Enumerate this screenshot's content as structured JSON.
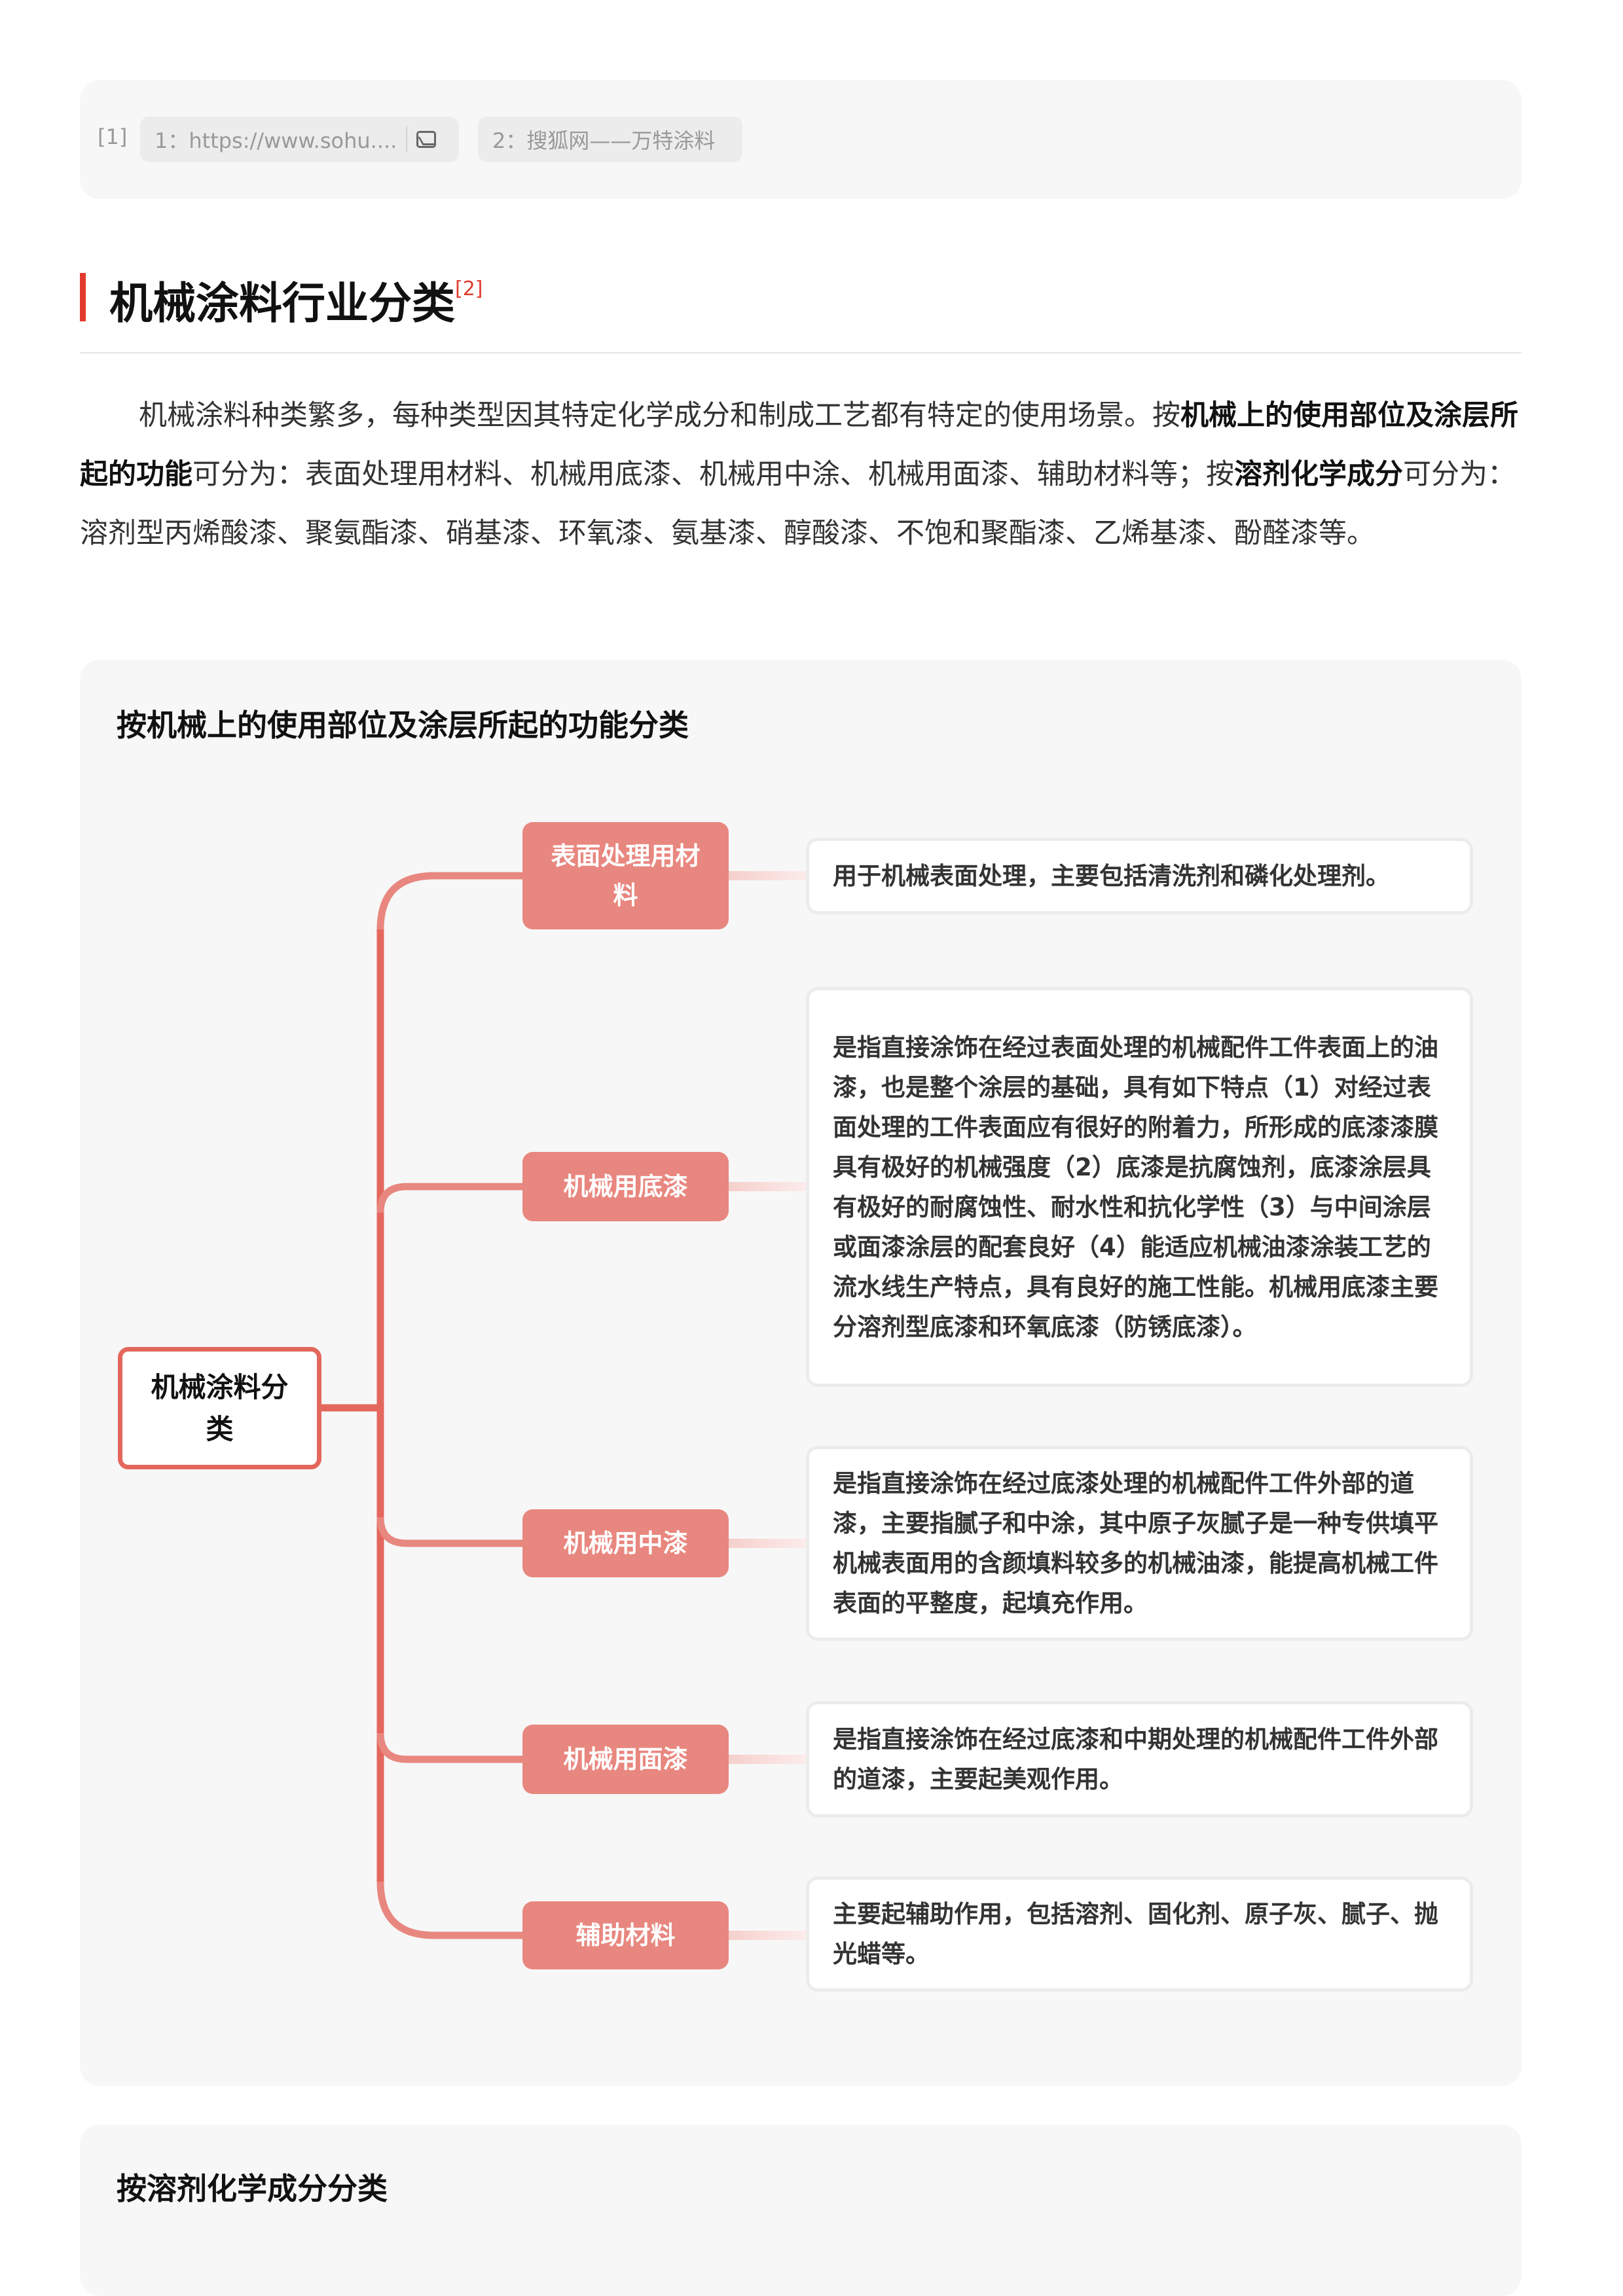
{
  "references": {
    "index": "[1]",
    "chips": [
      {
        "label": "1：https://www.sohu....",
        "icon": "image-icon"
      },
      {
        "label": "2：搜狐网——万特涂料"
      }
    ]
  },
  "section": {
    "title": "机械涂料行业分类",
    "ref": "[2]",
    "paragraph": {
      "p1": "机械涂料种类繁多，每种类型因其特定化学成分和制成工艺都有特定的使用场景。按",
      "b1": "机械上的使用部位及涂层所起的功能",
      "p2": "可分为：表面处理用材料、机械用底漆、机械用中涂、机械用面漆、辅助材料等；按",
      "b2": "溶剂化学成分",
      "p3": "可分为：溶剂型丙烯酸漆、聚氨酯漆、硝基漆、环氧漆、氨基漆、醇酸漆、不饱和聚酯漆、乙烯基漆、酚醛漆等。"
    }
  },
  "card1": {
    "title": "按机械上的使用部位及涂层所起的功能分类",
    "root": "机械涂料分类",
    "branches": [
      {
        "label": "表面处理用材料",
        "desc": "用于机械表面处理，主要包括清洗剂和磷化处理剂。"
      },
      {
        "label": "机械用底漆",
        "desc": "是指直接涂饰在经过表面处理的机械配件工件表面上的油漆，也是整个涂层的基础，具有如下特点（1）对经过表面处理的工件表面应有很好的附着力，所形成的底漆漆膜具有极好的机械强度（2）底漆是抗腐蚀剂，底漆涂层具有极好的耐腐蚀性、耐水性和抗化学性（3）与中间涂层或面漆涂层的配套良好（4）能适应机械油漆涂装工艺的流水线生产特点，具有良好的施工性能。机械用底漆主要分溶剂型底漆和环氧底漆（防锈底漆）。"
      },
      {
        "label": "机械用中漆",
        "desc": "是指直接涂饰在经过底漆处理的机械配件工件外部的道漆，主要指腻子和中涂，其中原子灰腻子是一种专供填平机械表面用的含颜填料较多的机械油漆，能提高机械工件表面的平整度，起填充作用。"
      },
      {
        "label": "机械用面漆",
        "desc": "是指直接涂饰在经过底漆和中期处理的机械配件工件外部的道漆，主要起美观作用。"
      },
      {
        "label": "辅助材料",
        "desc": "主要起辅助作用，包括溶剂、固化剂、原子灰、腻子、抛光蜡等。"
      }
    ]
  },
  "card2": {
    "title": "按溶剂化学成分分类"
  },
  "colors": {
    "accent": "#e03b2e",
    "node": "#e8877f",
    "line": "#e4675d"
  }
}
